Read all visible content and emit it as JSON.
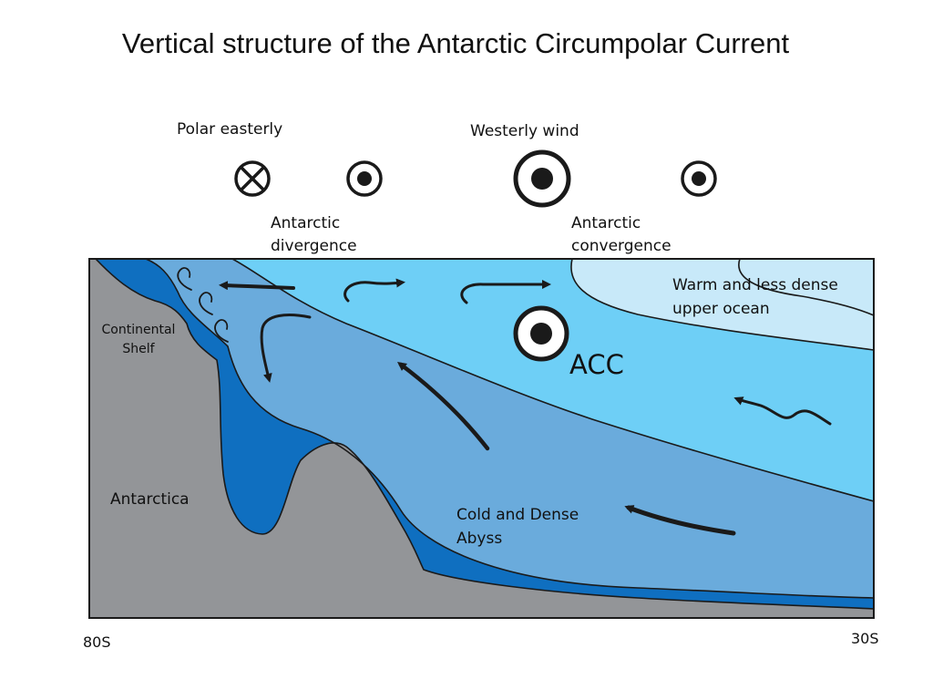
{
  "title": "Vertical structure of the Antarctic Circumpolar Current",
  "wind_labels": {
    "polar_easterly": "Polar easterly",
    "westerly_wind": "Westerly wind"
  },
  "zone_labels": {
    "divergence": [
      "Antarctic",
      "divergence"
    ],
    "convergence": [
      "Antarctic",
      "convergence"
    ]
  },
  "region_labels": {
    "continental_shelf": [
      "Continental",
      "Shelf"
    ],
    "antarctica": "Antarctica",
    "warm_upper": [
      "Warm and less dense",
      "upper ocean"
    ],
    "acc": "ACC",
    "abyss": [
      "Cold and Dense",
      "Abyss"
    ]
  },
  "latitudes": {
    "left": "80S",
    "right": "30S"
  },
  "colors": {
    "land": "#939598",
    "shelf_water": "#0f6fc0",
    "deep_water": "#6aabdc",
    "intermediate_water": "#6ecff6",
    "upper_water": "#c8e9f9",
    "outline": "#1a1a1a"
  },
  "icons": [
    "into-page-cross-icon",
    "out-of-page-dot-icon"
  ]
}
